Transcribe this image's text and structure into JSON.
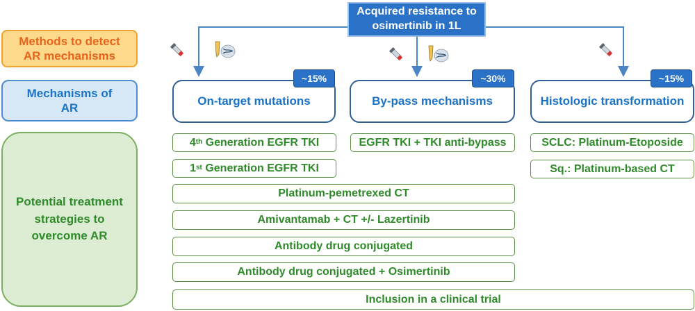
{
  "top_box": {
    "line1": "Acquired resistance to",
    "line2": "osimertinib in 1L"
  },
  "left_labels": {
    "methods_line1": "Methods to detect",
    "methods_line2": "AR mechanisms",
    "mechanisms_line1": "Mechanisms of",
    "mechanisms_line2": "AR",
    "treatment_line1": "Potential treatment",
    "treatment_line2": "strategies to",
    "treatment_line3": "overcome AR"
  },
  "mechanisms": [
    {
      "label": "On-target mutations",
      "percent": "~15%"
    },
    {
      "label": "By-pass mechanisms",
      "percent": "~30%"
    },
    {
      "label": "Histologic transformation",
      "percent": "~15%"
    }
  ],
  "treatments": {
    "gen4_num": "4",
    "gen4_sup": "th",
    "gen4_rest": " Generation EGFR TKI",
    "gen1_num": "1",
    "gen1_sup": "st",
    "gen1_rest": " Generation EGFR TKI",
    "bypass": "EGFR TKI + TKI anti-bypass",
    "sclc": "SCLC: Platinum-Etoposide",
    "sq": "Sq.: Platinum-based CT",
    "platinum": "Platinum-pemetrexed CT",
    "amivantamab": "Amivantamab + CT +/- Lazertinib",
    "adc": "Antibody drug conjugated",
    "adc_osi": "Antibody drug conjugated + Osimertinib",
    "trial": "Inclusion in a clinical trial"
  },
  "colors": {
    "blue": "#2a72c7",
    "mech_text": "#1a73c6",
    "green_text": "#2f8a2a",
    "orange_text": "#e8631c",
    "connector": "#4a86c5"
  },
  "icons": [
    "blood-tube-icon",
    "tissue-biopsy-dna-icon"
  ]
}
